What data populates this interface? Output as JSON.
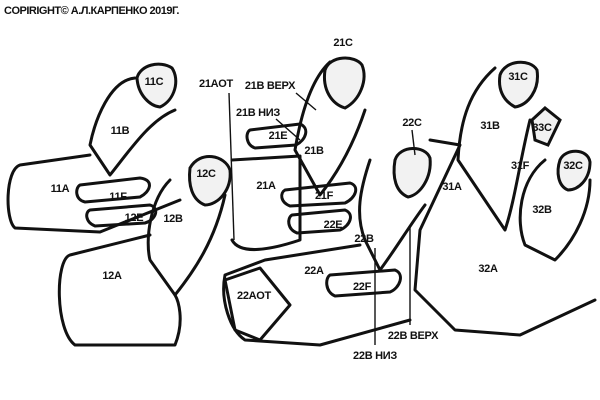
{
  "copyright": "COPIRIGHT© А.Л.КАРПЕНКО 2019Г.",
  "labels": {
    "l11c": "11C",
    "l11b": "11B",
    "l11a": "11A",
    "l11f": "11F",
    "l12e": "12E",
    "l12b": "12B",
    "l12c": "12C",
    "l12a": "12A",
    "l21aot": "21AOT",
    "l21bverh": "21B ВЕРХ",
    "l21bniz": "21B НИЗ",
    "l21e": "21E",
    "l21b": "21B",
    "l21a": "21A",
    "l21f": "21F",
    "l21c": "21C",
    "l22e": "22E",
    "l22b": "22B",
    "l22a": "22A",
    "l22f": "22F",
    "l22aot": "22AOT",
    "l22bverh": "22B ВЕРХ",
    "l22bniz": "22B НИЗ",
    "l22c": "22C",
    "l31a": "31A",
    "l31c": "31C",
    "l31b": "31B",
    "l33c": "33C",
    "l31f": "31F",
    "l32c": "32C",
    "l32b": "32B",
    "l32a": "32A"
  }
}
